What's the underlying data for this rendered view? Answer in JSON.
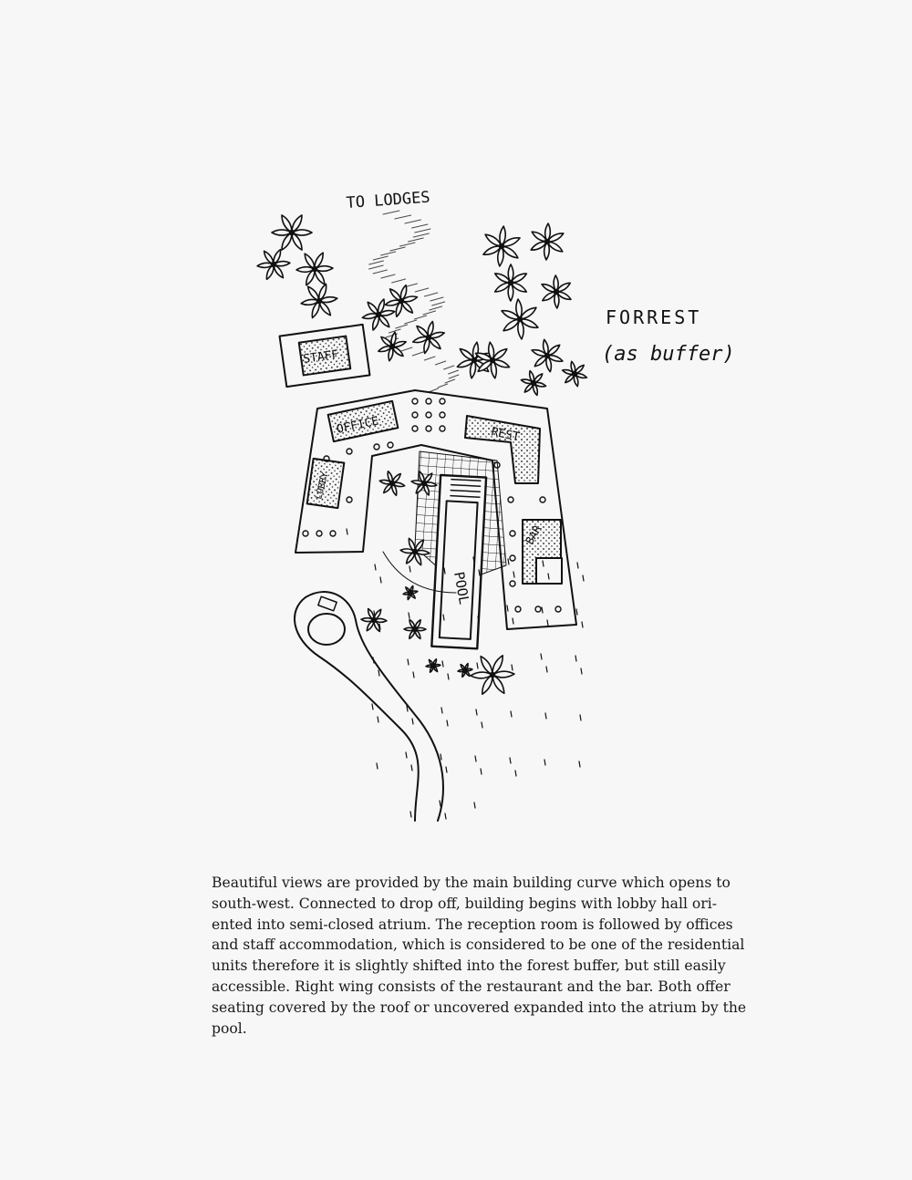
{
  "sketch": {
    "labels": {
      "to_lodges": "TO LODGES",
      "forrest": "FORREST",
      "as_buffer": "(as buffer)",
      "staff": "STAFF",
      "office": "OFFICE",
      "lobby": "LOBBY",
      "rest": "REST",
      "bar": "BAR",
      "pool": "POOL"
    }
  },
  "caption": {
    "lines": [
      "Beautiful views are provided by the main building curve which opens to",
      "south-west. Connected to drop off, building begins with lobby hall ori-",
      "ented into semi-closed atrium. The reception room is followed by offices",
      "and staff accommodation, which is considered to be one of the residential",
      "units therefore it is slightly shifted into the forest buffer, but still easily",
      "accessible. Right wing consists of the restaurant and the bar. Both offer",
      "seating covered by the roof or uncovered expanded into the atrium by the",
      "pool."
    ]
  }
}
